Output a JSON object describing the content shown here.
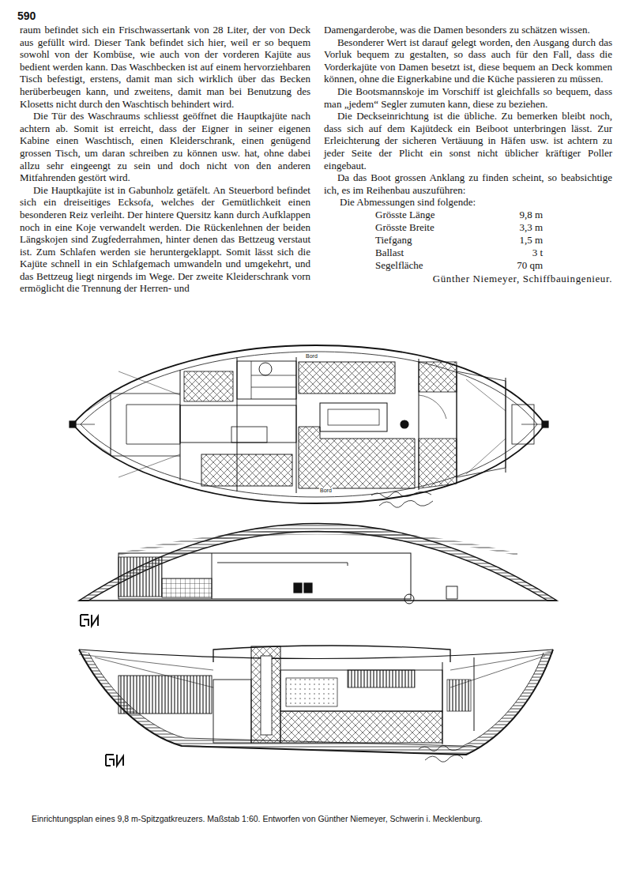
{
  "diagram": {
    "caption": "Einrichtungsplan eines 9,8 m-Spitzgatkreuzers. Maßstab 1:60. Entworfen von Günther Niemeyer, Schwerin i. Mecklenburg.",
    "labels": [
      "590",
      "raum befindet sich ein Frischwassertank von 28 Liter, der von Deck aus gefüllt wird. Dieser Tank befindet sich hier, weil er so bequem sowohl von der Kombüse, wie auch von der vorderen Kajüte aus bedient werden kann. Das Waschbecken ist auf einem hervorziehbaren Tisch befestigt, erstens, damit man sich wirklich über das Becken herüberbeugen kann, und zweitens, damit man bei Benutzung des Klosetts nicht durch den Waschtisch behindert wird.",
      "Die Tür des Waschraums schliesst geöffnet die Hauptkajüte nach achtern ab. Somit ist erreicht, dass der Eigner in seiner eigenen Kabine einen Waschtisch, einen Kleiderschrank, einen genügend grossen Tisch, um daran schreiben zu können usw. hat, ohne dabei allzu sehr eingeengt zu sein und doch nicht von den anderen Mitfahrenden gestört wird.",
      "Die Hauptkajüte ist in Gabunholz getäfelt. An Steuerbord befindet sich ein dreiseitiges Ecksofa, welches der Gemütlichkeit einen besonderen Reiz verleiht. Der hintere Quersitz kann durch Aufklappen noch in eine Koje verwandelt werden. Die Rückenlehnen der beiden Längskojen sind Zugfederrahmen, hinter denen das Bettzeug verstaut ist. Zum Schlafen werden sie heruntergeklappt. Somit lässt sich die Kajüte schnell in ein Schlafgemach umwandeln und umgekehrt, und das Bettzeug liegt nirgends im Wege. Der zweite Kleiderschrank vorn ermöglicht die Trennung der Herren- und",
      "Damengarderobe, was die Damen besonders zu schätzen wissen.",
      "Besonderer Wert ist darauf gelegt worden, den Ausgang durch das Vorluk bequem zu gestalten, so dass auch für den Fall, dass die Vorderkajüte von Damen besetzt ist, diese bequem an Deck kommen können, ohne die Eignerkabine und die Küche passieren zu müssen.",
      "Die Bootsmannskoje im Vorschiff ist gleichfalls so bequem, dass man „jedem“ Segler zumuten kann, diese zu beziehen.",
      "Die Deckseinrichtung ist die übliche. Zu bemerken bleibt noch, dass sich auf dem Kajütdeck ein Beiboot unterbringen lässt. Zur Erleichterung der sicheren Vertäuung in Häfen usw. ist achtern zu jeder Seite der Plicht ein sonst nicht üblicher kräftiger Poller eingebaut.",
      "Da das Boot grossen Anklang zu finden scheint, so beabsichtige ich, es im Reihenbau auszuführen:",
      "Die Abmessungen sind folgende:",
      "Grösste Länge",
      "9,8 m",
      "Grösste Breite",
      "3,3 m",
      "Tiefgang",
      "1,5 m",
      "Ballast",
      "3 t",
      "Segelfläche",
      "70 qm",
      "Günther Niemeyer, Schiffbauingenieur.",
      "Bord",
      "Bord"
    ]
  }
}
